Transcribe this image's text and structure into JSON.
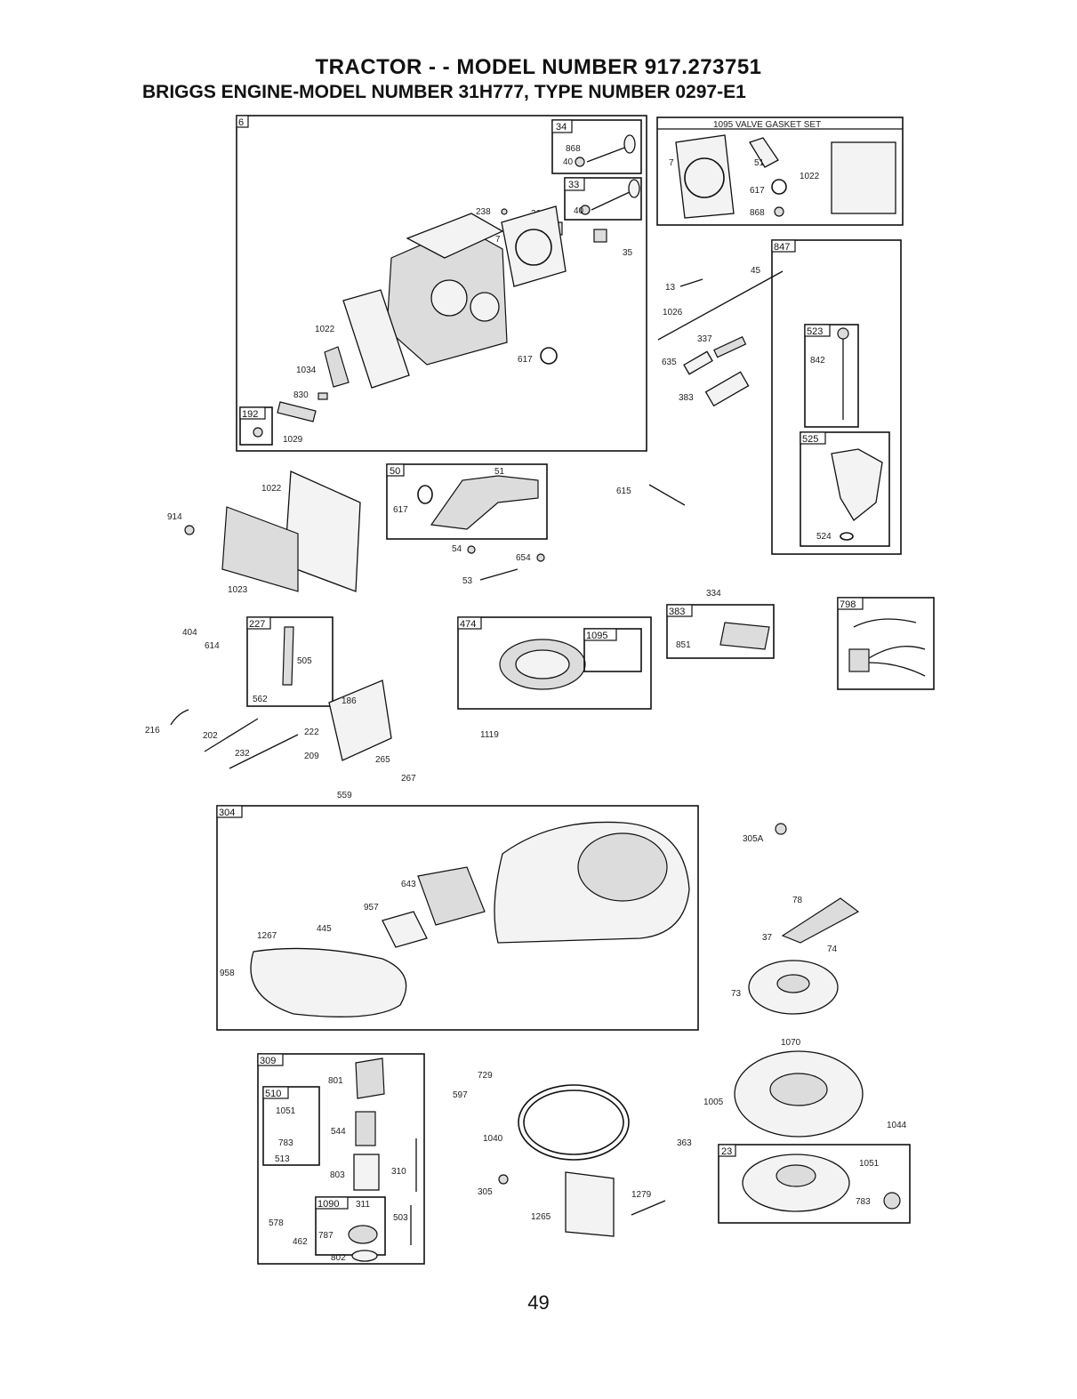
{
  "header": {
    "title": "TRACTOR - - MODEL NUMBER 917.273751",
    "subtitle": "BRIGGS ENGINE-MODEL NUMBER 31H777, TYPE NUMBER 0297-E1"
  },
  "footer": {
    "page_number": "49"
  },
  "groups": {
    "g6": "6",
    "g34": "34",
    "g33": "33",
    "g192": "192",
    "g1095a": "1095 VALVE GASKET SET",
    "g847": "847",
    "g523": "523",
    "g525": "525",
    "g50": "50",
    "g227": "227",
    "g474": "474",
    "g1095b": "1095",
    "g383": "383",
    "g798": "798",
    "g304": "304",
    "g309": "309",
    "g510": "510",
    "g1090": "1090",
    "g23": "23"
  },
  "labels": {
    "p868a": "868",
    "p40a": "40",
    "p40b": "40",
    "p238": "238",
    "p36": "36",
    "p7a": "7",
    "p35": "35",
    "p1022a": "1022",
    "p1034": "1034",
    "p830": "830",
    "p1029": "1029",
    "p617a": "617",
    "p7b": "7",
    "p51a": "51",
    "p617b": "617",
    "p868b": "868",
    "p1022b": "1022",
    "p13": "13",
    "p45": "45",
    "p1026": "1026",
    "p337": "337",
    "p635": "635",
    "p383": "383",
    "p842": "842",
    "p524": "524",
    "p1022c": "1022",
    "p914": "914",
    "p1023": "1023",
    "p617c": "617",
    "p51b": "51",
    "p54": "54",
    "p654": "654",
    "p53": "53",
    "p615": "615",
    "p404": "404",
    "p614": "614",
    "p505": "505",
    "p562": "562",
    "p186": "186",
    "p216": "216",
    "p202": "202",
    "p222": "222",
    "p232": "232",
    "p209": "209",
    "p265": "265",
    "p267": "267",
    "p559": "559",
    "p1119": "1119",
    "p334": "334",
    "p851": "851",
    "p643": "643",
    "p957": "957",
    "p445": "445",
    "p1267": "1267",
    "p958": "958",
    "p305a": "305A",
    "p78": "78",
    "p37": "37",
    "p74": "74",
    "p73": "73",
    "p801": "801",
    "p1051a": "1051",
    "p783a": "783",
    "p513": "513",
    "p544": "544",
    "p803": "803",
    "p310": "310",
    "p311": "311",
    "p787": "787",
    "p578": "578",
    "p462": "462",
    "p503": "503",
    "p802": "802",
    "p729": "729",
    "p597": "597",
    "p1040": "1040",
    "p305": "305",
    "p1265": "1265",
    "p1279": "1279",
    "p1070": "1070",
    "p1005": "1005",
    "p1044": "1044",
    "p363": "363",
    "p1051b": "1051",
    "p783b": "783"
  }
}
